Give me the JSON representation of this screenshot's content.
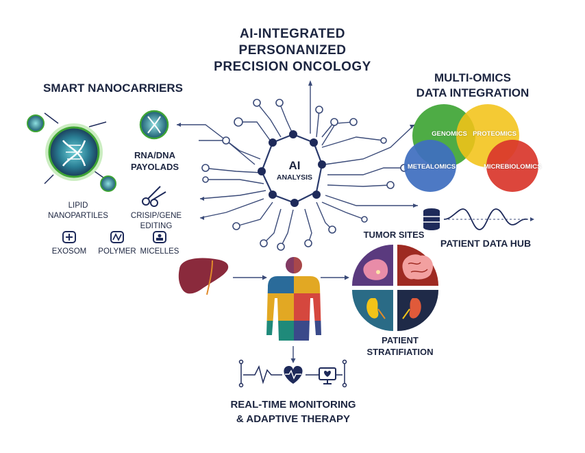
{
  "title": {
    "line1": "AI-INTEGRATED",
    "line2": "PERSONANIZED",
    "line3": "PRECISION ONCOLOGY"
  },
  "center": {
    "label_main": "AI",
    "label_sub": "ANALYSIS"
  },
  "nanocarriers": {
    "title": "SMART NANOCARRIERS",
    "payloads_line1": "RNA/DNA",
    "payloads_line2": "PAYOLADS",
    "lipid_line1": "LIPID",
    "lipid_line2": "NANOPARTILES",
    "crispr": "CRISIP/GENE EDITING",
    "exosome": "EXOSOM",
    "polymer": "POLYMER",
    "micelles": "MICELLES"
  },
  "omics": {
    "title_line1": "MULTI-OMICS",
    "title_line2": "DATA INTEGRATION",
    "genomics": "GENOMICS",
    "proteomics": "PROTEOMICS",
    "metabolomics": "METEALOMICS",
    "microbiolomics": "MICREBIOLOMICS",
    "colors": {
      "genomics": "#3fa535",
      "proteomics": "#f2c318",
      "metabolomics": "#3f6fc0",
      "microbiolomics": "#d9362b"
    }
  },
  "patient_hub": {
    "label": "PATIENT DATA HUB"
  },
  "tumor": {
    "title": "TUMOR SITES",
    "strat_line1": "PATIENT",
    "strat_line2": "STRATIFIATION",
    "quadrant_colors": [
      "#5a3a7e",
      "#9e2a22",
      "#2a6b86",
      "#1f2a48"
    ]
  },
  "monitoring": {
    "line1": "REAL-TIME MONITORING",
    "line2": "& ADAPTIVE THERAPY"
  },
  "body_colors": [
    "#e2a823",
    "#1f8a7a",
    "#d5473e",
    "#3a4a8a",
    "#9a2e55"
  ]
}
